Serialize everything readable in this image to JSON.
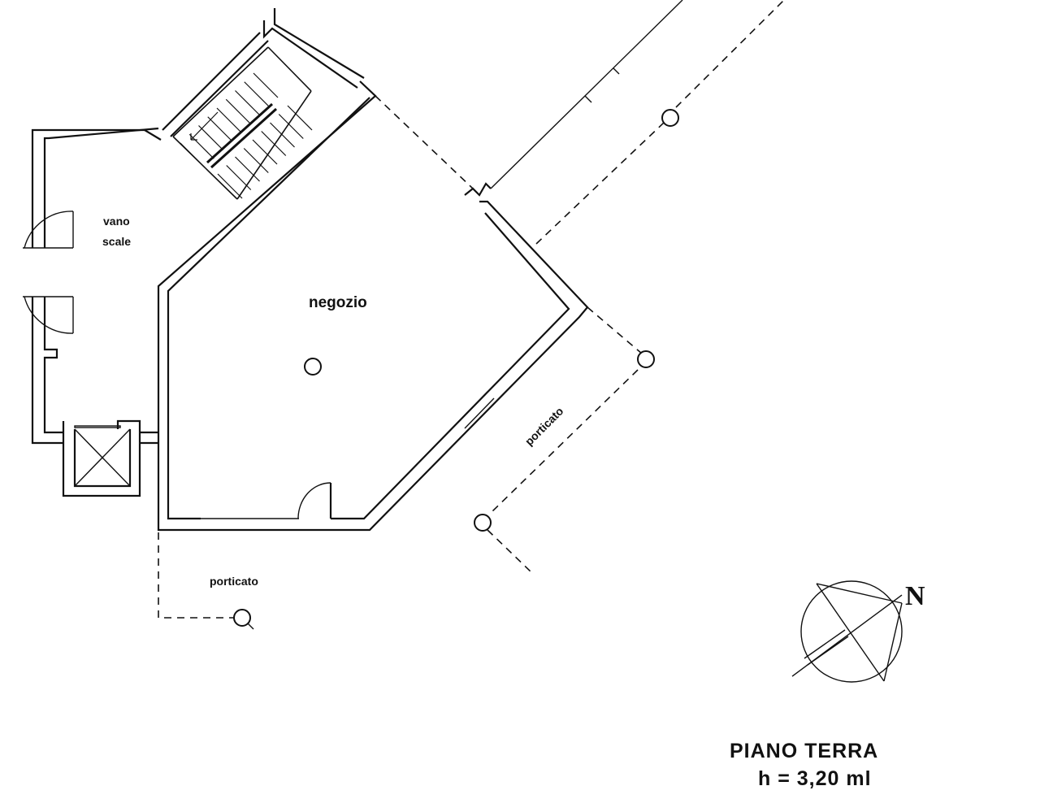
{
  "labels": {
    "stair_room_line1": "vano",
    "stair_room_line2": "scale",
    "shop": "negozio",
    "porch_right": "porticato",
    "porch_bottom": "porticato"
  },
  "title": {
    "floor": "PIANO TERRA",
    "height": "h  =  3,20 ml"
  },
  "compass": {
    "north_label": "N"
  }
}
